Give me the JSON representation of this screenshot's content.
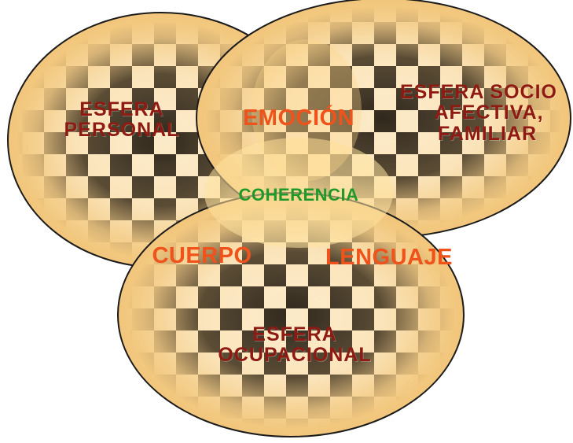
{
  "diagram": {
    "circles": {
      "personal": {
        "label_line1": "ESFERA",
        "label_line2": "PERSONAL"
      },
      "socio": {
        "label_line1": "ESFERA SOCIO",
        "label_line2": "AFECTIVA,",
        "label_line3": "FAMILIAR"
      },
      "ocupacional": {
        "label_line1": "ESFERA",
        "label_line2": "OCUPACIONAL"
      }
    },
    "overlaps": {
      "emocion": "EMOCIÓN",
      "cuerpo": "CUERPO",
      "lenguaje": "LENGUAJE",
      "coherencia": "COHERENCIA"
    }
  },
  "colors": {
    "fill": "#f6c97c",
    "checker_dark": "#1a1208",
    "checker_light": "#fbe9c6",
    "border": "#1b1b1b",
    "sphere_text": "#8e1a12",
    "overlap_text": "#f0521b",
    "center_text": "#1f9a2a"
  }
}
